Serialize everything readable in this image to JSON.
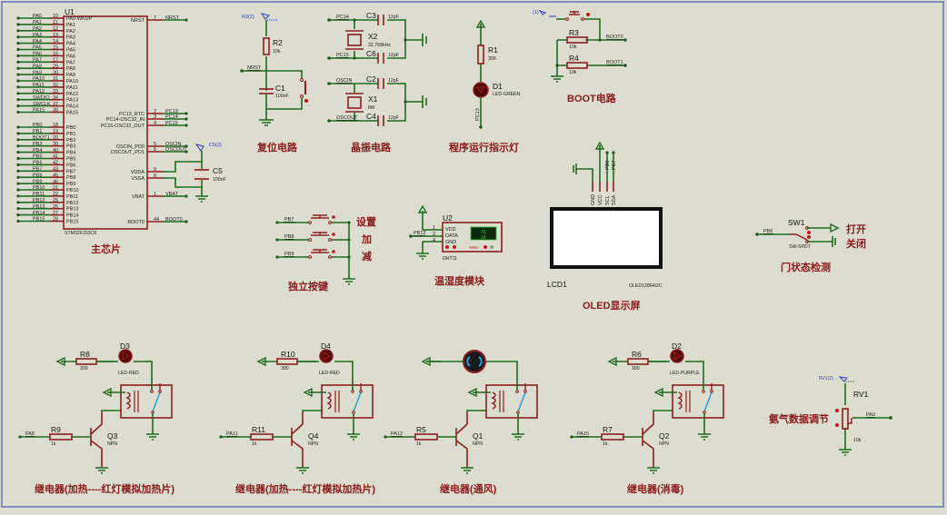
{
  "colors": {
    "background": "#dcdccf",
    "wire": "#1f6b1f",
    "component": "#8c1f1f",
    "chip_fill": "#c9c9b4",
    "title_text": "#8b1a1a",
    "probe_blue": "#2a3cc0",
    "switch_blue": "#2aa0d8"
  },
  "mcu": {
    "ref": "U1",
    "part": "STM32F103C8",
    "title": "主芯片",
    "left_pins": [
      {
        "net": "PA0",
        "num": "10",
        "name": "PA0-WKUP"
      },
      {
        "net": "PA1",
        "num": "11",
        "name": "PA1"
      },
      {
        "net": "PA2",
        "num": "12",
        "name": "PA2"
      },
      {
        "net": "PA3",
        "num": "13",
        "name": "PA3"
      },
      {
        "net": "PA4",
        "num": "14",
        "name": "PA4"
      },
      {
        "net": "PA5",
        "num": "15",
        "name": "PA5"
      },
      {
        "net": "PA6",
        "num": "16",
        "name": "PA6"
      },
      {
        "net": "PA7",
        "num": "17",
        "name": "PA7"
      },
      {
        "net": "PA8",
        "num": "29",
        "name": "PA8"
      },
      {
        "net": "PA9",
        "num": "30",
        "name": "PA9"
      },
      {
        "net": "PA10",
        "num": "31",
        "name": "PA10"
      },
      {
        "net": "PA11",
        "num": "32",
        "name": "PA11"
      },
      {
        "net": "PA12",
        "num": "33",
        "name": "PA12"
      },
      {
        "net": "SWDIO",
        "num": "34",
        "name": "PA13"
      },
      {
        "net": "SWCLK",
        "num": "37",
        "name": "PA14"
      },
      {
        "net": "PA15",
        "num": "38",
        "name": "PA15"
      },
      {
        "net": "PB0",
        "num": "18",
        "name": "PB0"
      },
      {
        "net": "PB1",
        "num": "19",
        "name": "PB1"
      },
      {
        "net": "BOOT1",
        "num": "20",
        "name": "PB2"
      },
      {
        "net": "PB3",
        "num": "39",
        "name": "PB3"
      },
      {
        "net": "PB4",
        "num": "40",
        "name": "PB4"
      },
      {
        "net": "PB5",
        "num": "41",
        "name": "PB5"
      },
      {
        "net": "PB6",
        "num": "42",
        "name": "PB6"
      },
      {
        "net": "PB7",
        "num": "43",
        "name": "PB7"
      },
      {
        "net": "PB8",
        "num": "45",
        "name": "PB8"
      },
      {
        "net": "PB9",
        "num": "46",
        "name": "PB9"
      },
      {
        "net": "PB10",
        "num": "21",
        "name": "PB10"
      },
      {
        "net": "PB11",
        "num": "22",
        "name": "PB11"
      },
      {
        "net": "PB12",
        "num": "25",
        "name": "PB12"
      },
      {
        "net": "PB13",
        "num": "26",
        "name": "PB13"
      },
      {
        "net": "PB14",
        "num": "27",
        "name": "PB14"
      },
      {
        "net": "PB15",
        "num": "28",
        "name": "PB15"
      }
    ],
    "right_pins": [
      {
        "name": "NRST",
        "num": "7",
        "net": "NRST"
      },
      {
        "name": "PC13_RTC",
        "num": "2",
        "net": "PC13"
      },
      {
        "name": "PC14-OSC32_IN",
        "num": "3",
        "net": "PC14"
      },
      {
        "name": "PC15-OSC32_OUT",
        "num": "4",
        "net": "PC15"
      },
      {
        "name": "OSCIN_PD0",
        "num": "5",
        "net": "OSCIN"
      },
      {
        "name": "OSCOUT_PD1",
        "num": "6",
        "net": "OSCOUT"
      },
      {
        "name": "VDDA",
        "num": "9",
        "net": ""
      },
      {
        "name": "VSSA",
        "num": "8",
        "net": ""
      },
      {
        "name": "VBAT",
        "num": "1",
        "net": "VBAT"
      },
      {
        "name": "BOOT0",
        "num": "44",
        "net": "BOOT0"
      }
    ],
    "decoupling": {
      "ref": "C5",
      "value": "100nF",
      "probe": "C5(2)"
    }
  },
  "reset": {
    "title": "复位电路",
    "probe": "R2(2)",
    "resistor": {
      "ref": "R2",
      "value": "10k"
    },
    "capacitor": {
      "ref": "C1",
      "value": "100nF"
    },
    "net": "NRST"
  },
  "crystal": {
    "title": "晶振电路",
    "lse": {
      "ref": "X2",
      "value": "32.768kHz",
      "net_in": "PC14",
      "net_out": "PC15",
      "cap_a": {
        "ref": "C3",
        "value": "12pF"
      },
      "cap_b": {
        "ref": "C6",
        "value": "12pF"
      }
    },
    "hse": {
      "ref": "X1",
      "value": "8M",
      "net_in": "OSCIN",
      "net_out": "OSCOUT",
      "cap_a": {
        "ref": "C2",
        "value": "12pF"
      },
      "cap_b": {
        "ref": "C4",
        "value": "12pF"
      }
    }
  },
  "run_led": {
    "title": "程序运行指示灯",
    "resistor": {
      "ref": "R1",
      "value": "300"
    },
    "led": {
      "ref": "D1",
      "value": "LED-GREEN"
    },
    "net": "PC13"
  },
  "boot": {
    "title": "BOOT电路",
    "probe": "(1)",
    "r_a": {
      "ref": "R3",
      "value": "10k",
      "net": "BOOT0"
    },
    "r_b": {
      "ref": "R4",
      "value": "10k",
      "net": "BOOT1"
    }
  },
  "oled": {
    "ref": "LCD1",
    "part": "OLED12864I2C",
    "title": "OLED显示屏",
    "pins": [
      "GND",
      "VCC",
      "SCL",
      "SDA"
    ],
    "nets": [
      "PB6",
      "PB7"
    ]
  },
  "keys": {
    "title": "独立按键",
    "items": [
      {
        "net": "PB7",
        "label": "设置"
      },
      {
        "net": "PB8",
        "label": "加"
      },
      {
        "net": "PB9",
        "label": "减"
      }
    ]
  },
  "dht": {
    "title": "温湿度模块",
    "ref": "U2",
    "part": "DHT11",
    "net": "PB12",
    "pins": [
      {
        "num": "1",
        "name": "VDD"
      },
      {
        "num": "2",
        "name": "DATA"
      },
      {
        "num": "4",
        "name": "GND"
      }
    ],
    "display": [
      "73",
      "14"
    ],
    "unit": "%RH"
  },
  "door": {
    "title": "门状态检测",
    "ref": "SW1",
    "part": "SW-SPDT",
    "net": "PB6",
    "open_label": "打开",
    "close_label": "关闭"
  },
  "gas": {
    "title": "氨气数据调节",
    "ref": "RV1",
    "value": "10k",
    "probe": "RV1(2)",
    "net": "PA0"
  },
  "relays": [
    {
      "title": "继电器(加热----红灯模拟加热片)",
      "net": "PA8",
      "rb": {
        "ref": "R9",
        "value": "1k"
      },
      "q": {
        "ref": "Q3",
        "value": "NPN"
      },
      "load": {
        "type": "led",
        "ref": "D3",
        "value": "LED-RED",
        "color": "#c01818"
      },
      "rl": {
        "ref": "R8",
        "value": "300"
      }
    },
    {
      "title": "继电器(加热----红灯模拟加热片)",
      "net": "PA11",
      "rb": {
        "ref": "R11",
        "value": "1k"
      },
      "q": {
        "ref": "Q4",
        "value": "NPN"
      },
      "load": {
        "type": "led",
        "ref": "D4",
        "value": "LED-RED",
        "color": "#c01818"
      },
      "rl": {
        "ref": "R10",
        "value": "300"
      }
    },
    {
      "title": "继电器(通风)",
      "net": "PA12",
      "rb": {
        "ref": "R5",
        "value": "1k"
      },
      "q": {
        "ref": "Q1",
        "value": "NPN"
      },
      "load": {
        "type": "motor",
        "ref": "",
        "value": "",
        "color": "#2aa0d8"
      },
      "rl": {
        "ref": "",
        "value": ""
      }
    },
    {
      "title": "继电器(消毒)",
      "net": "PA15",
      "rb": {
        "ref": "R7",
        "value": "1k"
      },
      "q": {
        "ref": "Q2",
        "value": "NPN"
      },
      "load": {
        "type": "led",
        "ref": "D2",
        "value": "LED-PURPLE",
        "color": "#c01818"
      },
      "rl": {
        "ref": "R6",
        "value": "300"
      }
    }
  ]
}
